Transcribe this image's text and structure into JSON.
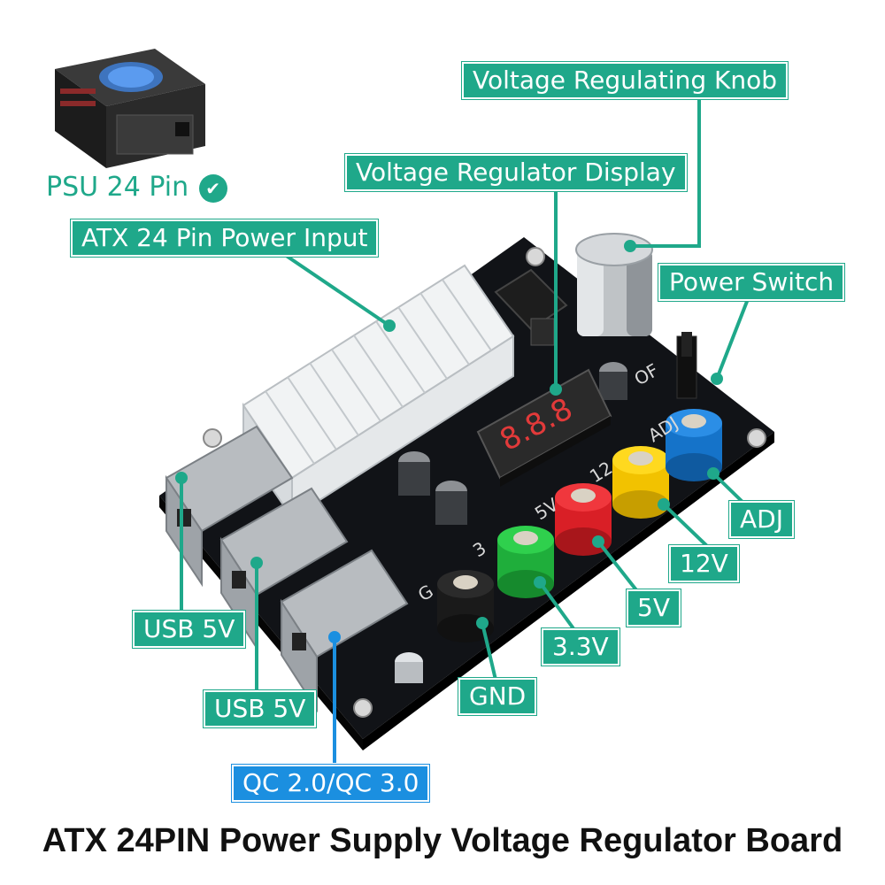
{
  "psu": {
    "label": "PSU 24 Pin",
    "check": "✔",
    "icon": "psu-box-icon"
  },
  "callouts": {
    "knob": "Voltage Regulating Knob",
    "display": "Voltage Regulator Display",
    "atx": "ATX 24 Pin Power Input",
    "power_switch": "Power Switch",
    "usb1": "USB 5V",
    "usb2": "USB 5V",
    "qc": "QC 2.0/QC 3.0",
    "gnd": "GND",
    "v33": "3.3V",
    "v5": "5V",
    "v12": "12V",
    "adj": "ADJ"
  },
  "board": {
    "display_digits": "8.8.8",
    "silk_off": "OF",
    "silk_adj": "ADJ",
    "silk_12": "12",
    "silk_5": "5V",
    "silk_3": "3",
    "silk_g": "G"
  },
  "colors": {
    "callout_green": "#1fa88a",
    "callout_blue": "#1b8fe0",
    "board": "#111317",
    "terminal_black": "#1a1a1a",
    "terminal_green": "#1fae3b",
    "terminal_red": "#d91f26",
    "terminal_yellow": "#f2c200",
    "terminal_blue": "#1573c9"
  },
  "title": "ATX 24PIN Power Supply Voltage Regulator Board"
}
